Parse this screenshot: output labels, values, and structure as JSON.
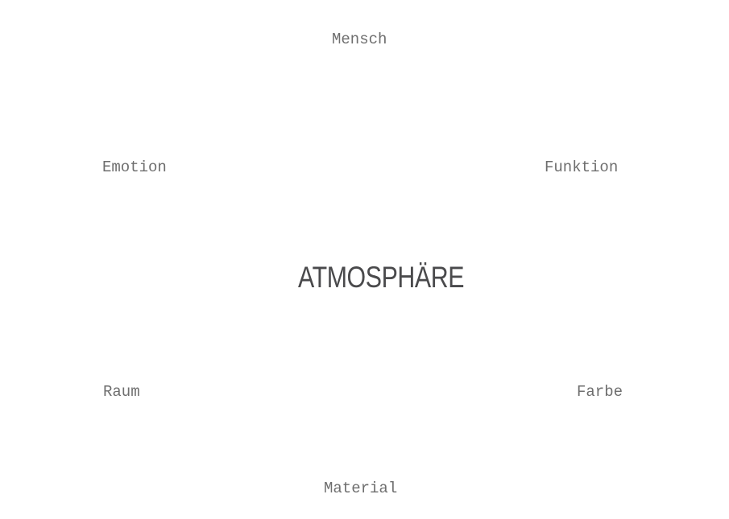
{
  "center": {
    "label": "ATMOSPHÄRE"
  },
  "terms": {
    "top": "Mensch",
    "upper_left": "Emotion",
    "upper_right": "Funktion",
    "lower_left": "Raum",
    "lower_right": "Farbe",
    "bottom": "Material"
  },
  "colors": {
    "background": "#ffffff",
    "term_text": "#6e6e6e",
    "center_text": "#4a4a4c"
  }
}
